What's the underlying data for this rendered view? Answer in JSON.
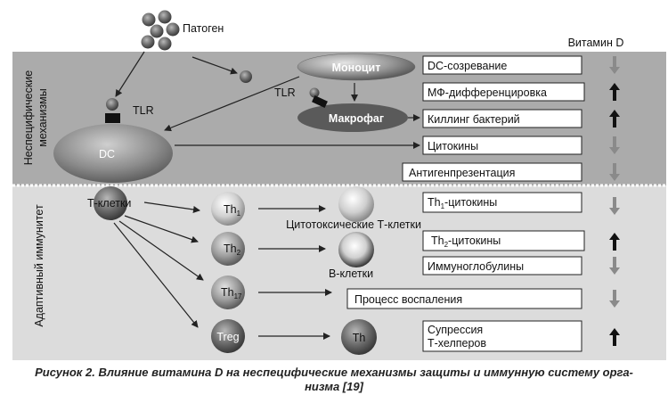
{
  "header": {
    "vitamin_d": "Витамин D"
  },
  "sections": {
    "nonspecific": {
      "line1": "Неспецифические",
      "line2": "механизмы"
    },
    "adaptive": "Адаптивный иммунитет"
  },
  "nodes": {
    "pathogen": "Патоген",
    "monocyte": "Моноцит",
    "macrophage": "Макрофаг",
    "tlr_top": "TLR",
    "tlr_mid": "TLR",
    "dc": "DC",
    "t_cells": "Т-клетки",
    "th1": "Th1",
    "th2": "Th2",
    "th17": "Th17",
    "treg": "Treg",
    "th": "Th",
    "cytotoxic_t": "Цитотоксические Т-клетки",
    "b_cells": "В-клетки"
  },
  "effect_boxes": [
    {
      "label": "DC-созревание",
      "effect": "down"
    },
    {
      "label": "МФ-дифференцировка",
      "effect": "up"
    },
    {
      "label": "Киллинг бактерий",
      "effect": "up"
    },
    {
      "label": "Цитокины",
      "effect": "down"
    },
    {
      "label": "Антигенпрезентация",
      "effect": "down"
    },
    {
      "label": "Th1-цитокины",
      "effect": "down"
    },
    {
      "label": "Th2-цитокины",
      "effect": "up"
    },
    {
      "label": "Иммуноглобулины",
      "effect": "down"
    },
    {
      "label": "Процесс воспаления",
      "effect": "down"
    },
    {
      "label": "Супрессия Т-хелперов",
      "effect": "up"
    }
  ],
  "caption": {
    "line1": "Рисунок 2. Влияние витамина D на неспецифические механизмы защиты и иммунную систему орга-",
    "line2": "низма [19]"
  },
  "colors": {
    "band_top": "#ababab",
    "band_bottom": "#d9d9d9",
    "up_arrow": "#111111",
    "down_arrow": "#8a8a8a"
  }
}
